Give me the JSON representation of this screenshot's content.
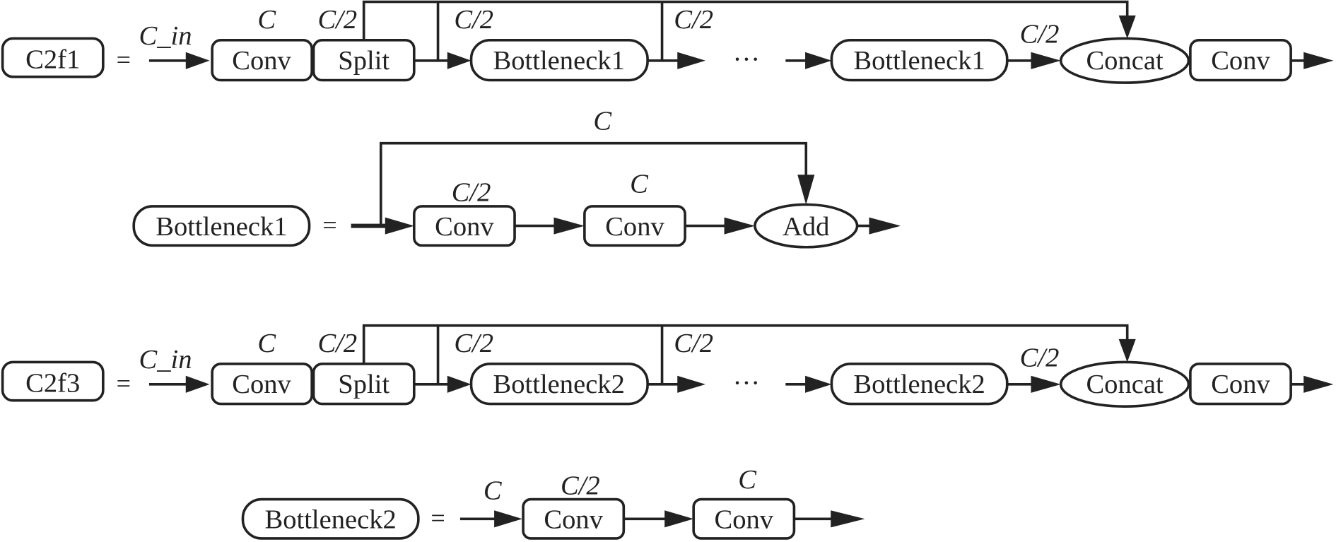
{
  "diagram": {
    "c2f1": {
      "name": "C2f1",
      "equals": "=",
      "input_label": "C_in",
      "conv_label": "Conv",
      "conv_channels": "C",
      "split_label": "Split",
      "split_channels": "C/2",
      "branch1_channels": "C/2",
      "bottleneck_a": "Bottleneck1",
      "branch2_channels": "C/2",
      "ellipsis": "···",
      "bottleneck_b": "Bottleneck1",
      "last_channels": "C/2",
      "concat_label": "Concat",
      "out_conv_label": "Conv"
    },
    "bottleneck1": {
      "name": "Bottleneck1",
      "equals": "=",
      "shortcut_channels": "C",
      "conv1_label": "Conv",
      "conv1_channels": "C/2",
      "conv2_label": "Conv",
      "conv2_channels": "C",
      "add_label": "Add"
    },
    "c2f3": {
      "name": "C2f3",
      "equals": "=",
      "input_label": "C_in",
      "conv_label": "Conv",
      "conv_channels": "C",
      "split_label": "Split",
      "split_channels": "C/2",
      "branch1_channels": "C/2",
      "bottleneck_a": "Bottleneck2",
      "branch2_channels": "C/2",
      "ellipsis": "···",
      "bottleneck_b": "Bottleneck2",
      "last_channels": "C/2",
      "concat_label": "Concat",
      "out_conv_label": "Conv"
    },
    "bottleneck2": {
      "name": "Bottleneck2",
      "equals": "=",
      "input_channels": "C",
      "conv1_label": "Conv",
      "conv1_channels": "C/2",
      "conv2_label": "Conv",
      "conv2_channels": "C"
    }
  }
}
